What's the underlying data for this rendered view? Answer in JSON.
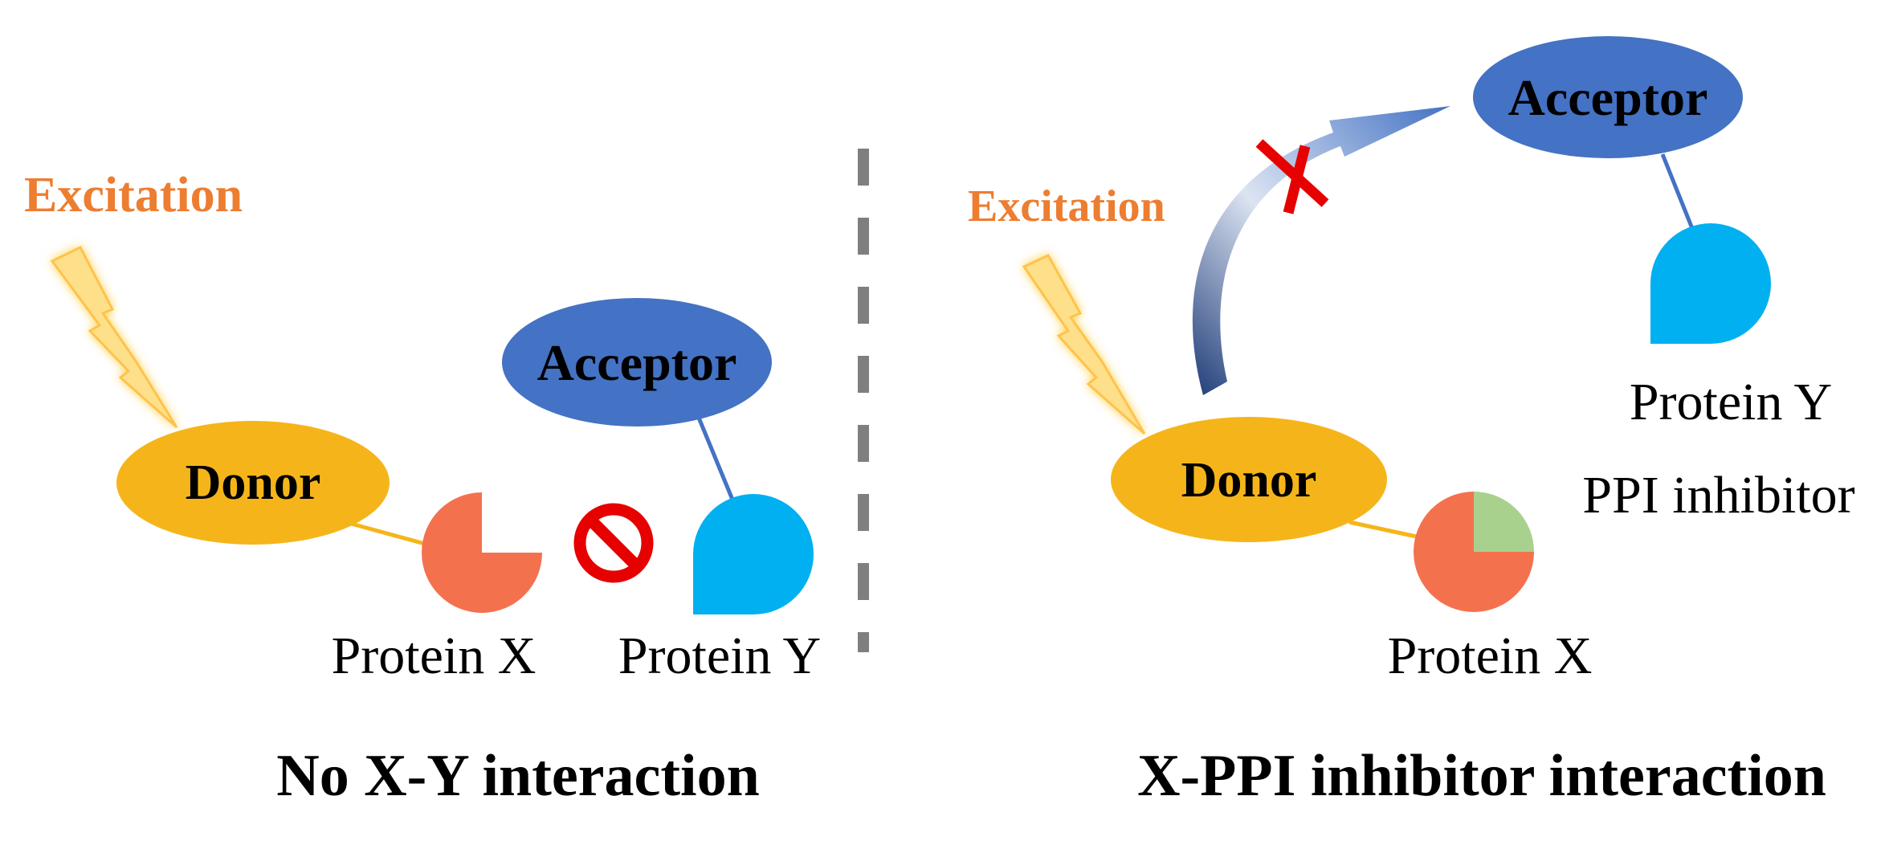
{
  "left_panel": {
    "excitation_label": "Excitation",
    "donor_label": "Donor",
    "acceptor_label": "Acceptor",
    "protein_x_label": "Protein X",
    "protein_y_label": "Protein Y",
    "caption": "No X-Y interaction"
  },
  "right_panel": {
    "excitation_label": "Excitation",
    "donor_label": "Donor",
    "acceptor_label": "Acceptor",
    "protein_x_label": "Protein X",
    "protein_y_label": "Protein Y",
    "inhibitor_label": "PPI inhibitor",
    "caption": "X-PPI inhibitor interaction"
  },
  "colors": {
    "excitation": "#ED7D31",
    "donor": "#F5B51A",
    "acceptor": "#4472C4",
    "protein_x": "#F4714E",
    "protein_y": "#00B0F0",
    "inhibitor": "#A9D18E",
    "prohibit": "#E60000",
    "divider": "#7F7F7F",
    "lightning": "#FFD966",
    "text": "#000000"
  }
}
